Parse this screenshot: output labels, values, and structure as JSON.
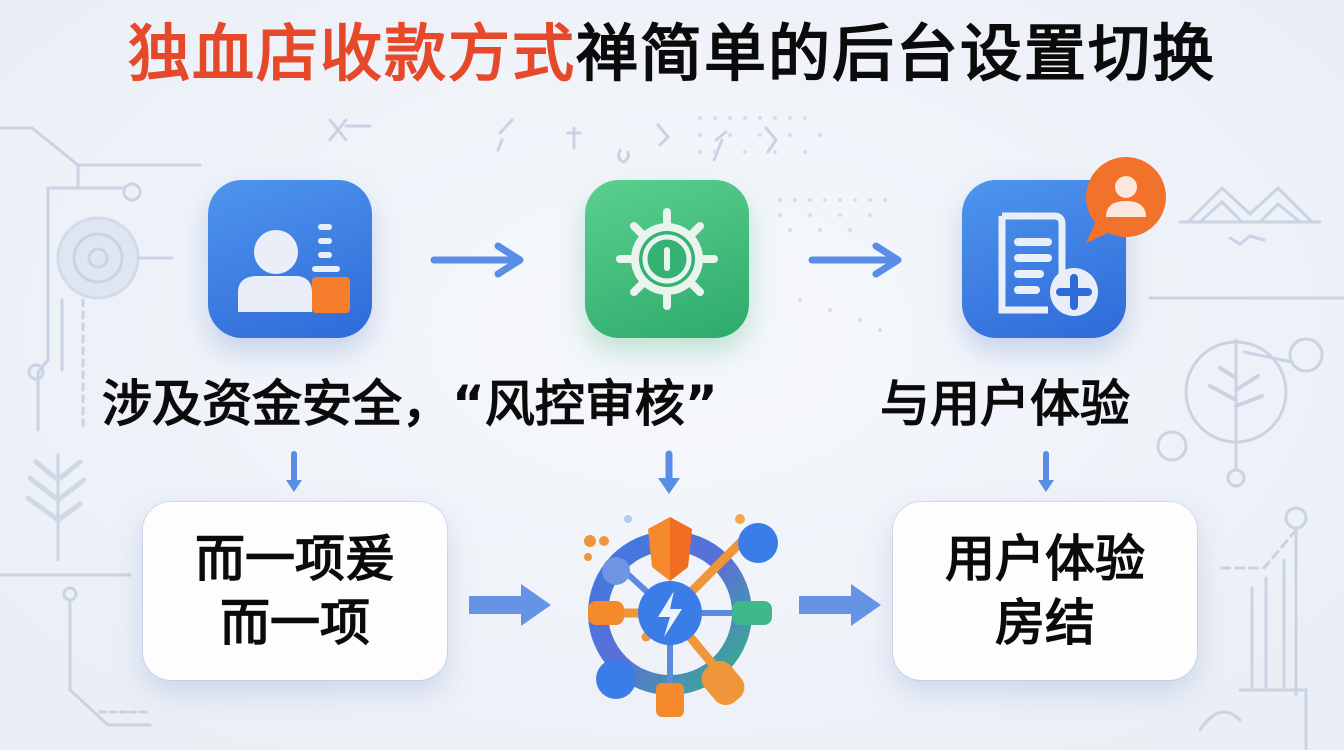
{
  "title": {
    "highlight": "独血店收款方式",
    "rest": "禅简单的后台设置切换",
    "highlight_color": "#e5492a",
    "text_color": "#0b0b0b"
  },
  "top_row": {
    "tiles": [
      {
        "icon": "user-profile-icon",
        "color": "#3a7be3"
      },
      {
        "icon": "gear-power-icon",
        "color": "#3cbb7b"
      },
      {
        "icon": "document-add-icon",
        "color": "#3a7be3",
        "badge_icon": "user-chat-bubble-icon",
        "badge_color": "#f2712b"
      }
    ],
    "arrows": [
      "arrow-right",
      "arrow-right"
    ]
  },
  "middle_row": {
    "left_label": "涉及资金安全，“风控审核”",
    "right_label": "与用户体验"
  },
  "bottom_row": {
    "left_card": {
      "line1": "而一项爰",
      "line2": "而一项"
    },
    "center_icon": "settings-hub-icon",
    "right_card": {
      "line1": "用户体验",
      "line2": "房结"
    },
    "arrows": [
      "arrow-right",
      "arrow-right"
    ]
  },
  "colors": {
    "arrow": "#5a8ee6",
    "blue": "#3a7be3",
    "green": "#3cbb7b",
    "orange": "#f2712b",
    "deco": "#c5d0e3"
  }
}
